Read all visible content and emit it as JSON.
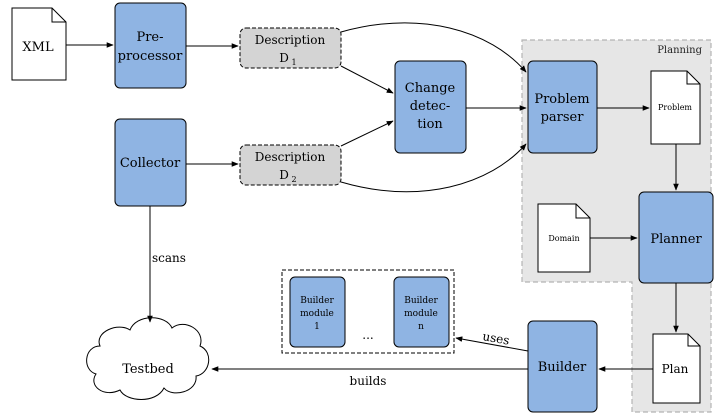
{
  "planning_area": {
    "label": "Planning"
  },
  "nodes": {
    "xml": {
      "label": "XML"
    },
    "preprocessor": {
      "line1": "Pre-",
      "line2": "processor"
    },
    "collector": {
      "label": "Collector"
    },
    "description1": {
      "line1": "Description",
      "symbol": "D",
      "subscript": "1"
    },
    "description2": {
      "line1": "Description",
      "symbol": "D",
      "subscript": "2"
    },
    "change_detection": {
      "line1": "Change",
      "line2": "detec-",
      "line3": "tion"
    },
    "problem_parser": {
      "line1": "Problem",
      "line2": "parser"
    },
    "problem_doc": {
      "label": "Problem"
    },
    "domain_doc": {
      "label": "Domain"
    },
    "planner": {
      "label": "Planner"
    },
    "plan_doc": {
      "label": "Plan"
    },
    "builder": {
      "label": "Builder"
    },
    "builder_module_1": {
      "line1": "Builder",
      "line2": "module",
      "line3": "1"
    },
    "builder_module_n": {
      "line1": "Builder",
      "line2": "module",
      "line3": "n"
    },
    "ellipsis": {
      "label": "..."
    },
    "testbed": {
      "label": "Testbed"
    }
  },
  "edge_labels": {
    "scans": "scans",
    "uses": "uses",
    "builds": "builds"
  },
  "colors": {
    "process_fill": "#8fb4e3",
    "description_fill": "#d4d4d4",
    "planning_fill": "#e6e6e6",
    "stroke": "#000000"
  }
}
